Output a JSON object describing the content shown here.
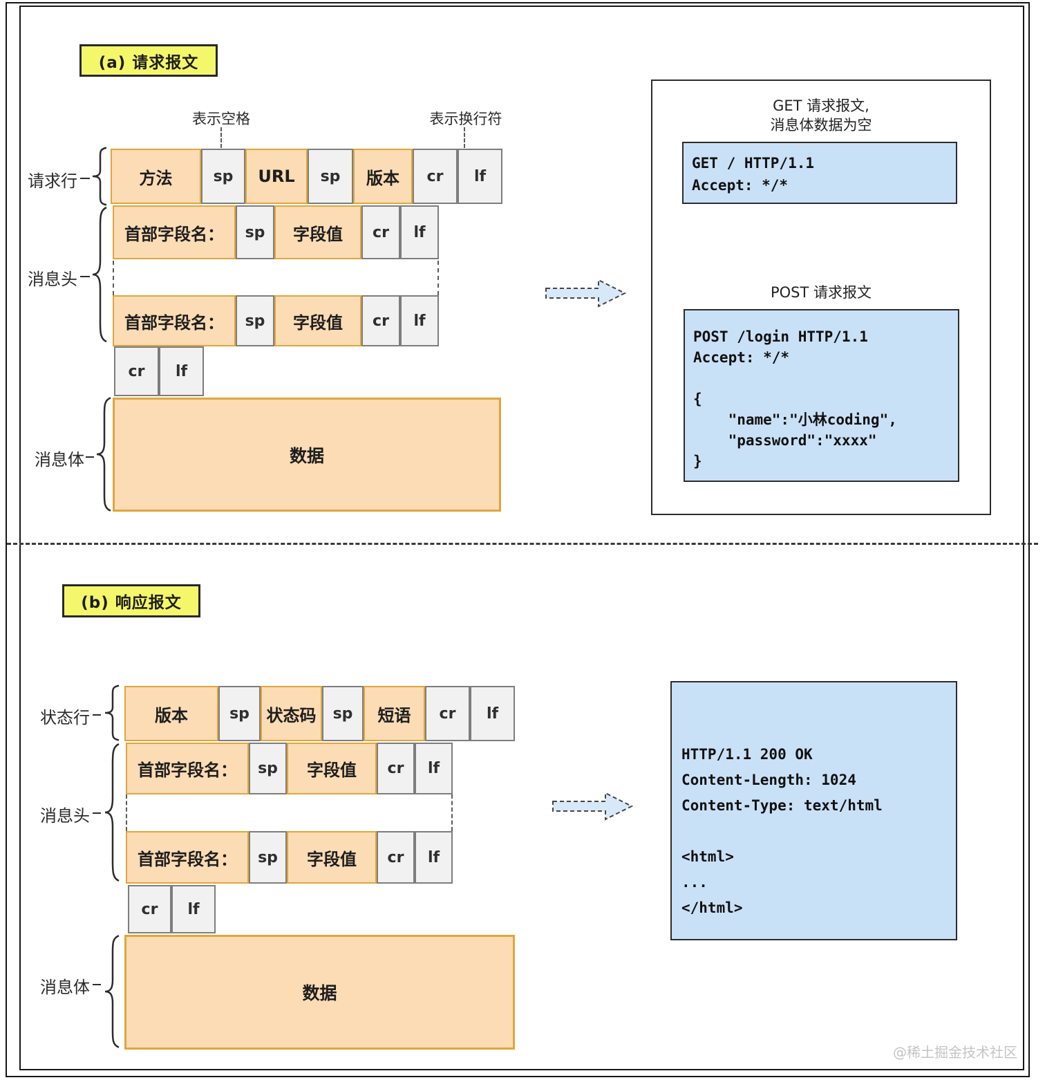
{
  "section_a": {
    "title": "(a) 请求报文",
    "annotation_space": "表示空格",
    "annotation_newline": "表示换行符",
    "labels": {
      "request_line": "请求行",
      "headers": "消息头",
      "body": "消息体"
    },
    "request_line_cells": [
      "方法",
      "sp",
      "URL",
      "sp",
      "版本",
      "cr",
      "lf"
    ],
    "header_cells": [
      "首部字段名：",
      "sp",
      "字段值",
      "cr",
      "lf"
    ],
    "crlf_cells": [
      "cr",
      "lf"
    ],
    "body_text": "数据",
    "panel": {
      "get_title": "GET 请求报文,\n消息体数据为空",
      "get_code": "GET / HTTP/1.1\nAccept: */*",
      "post_title": "POST 请求报文",
      "post_code": "POST /login HTTP/1.1\nAccept: */*\n\n{\n    \"name\":\"小林coding\",\n    \"password\":\"xxxx\"\n}"
    }
  },
  "section_b": {
    "title": "(b) 响应报文",
    "labels": {
      "status_line": "状态行",
      "headers": "消息头",
      "body": "消息体"
    },
    "status_line_cells": [
      "版本",
      "sp",
      "状态码",
      "sp",
      "短语",
      "cr",
      "lf"
    ],
    "header_cells": [
      "首部字段名：",
      "sp",
      "字段值",
      "cr",
      "lf"
    ],
    "crlf_cells": [
      "cr",
      "lf"
    ],
    "body_text": "数据",
    "panel": {
      "response_code": "HTTP/1.1 200 OK\nContent-Length: 1024\nContent-Type: text/html\n\n<html>\n...\n</html>"
    }
  },
  "watermark": "@稀土掘金技术社区",
  "colors": {
    "field_fill": "#FBDCB4",
    "field_border": "#E0A63C",
    "control_fill": "#F1F1F1",
    "control_border": "#7d7d7d",
    "title_fill": "#F5F76A",
    "code_fill": "#C9E1F7",
    "arrow_fill": "#D7E9F9"
  }
}
